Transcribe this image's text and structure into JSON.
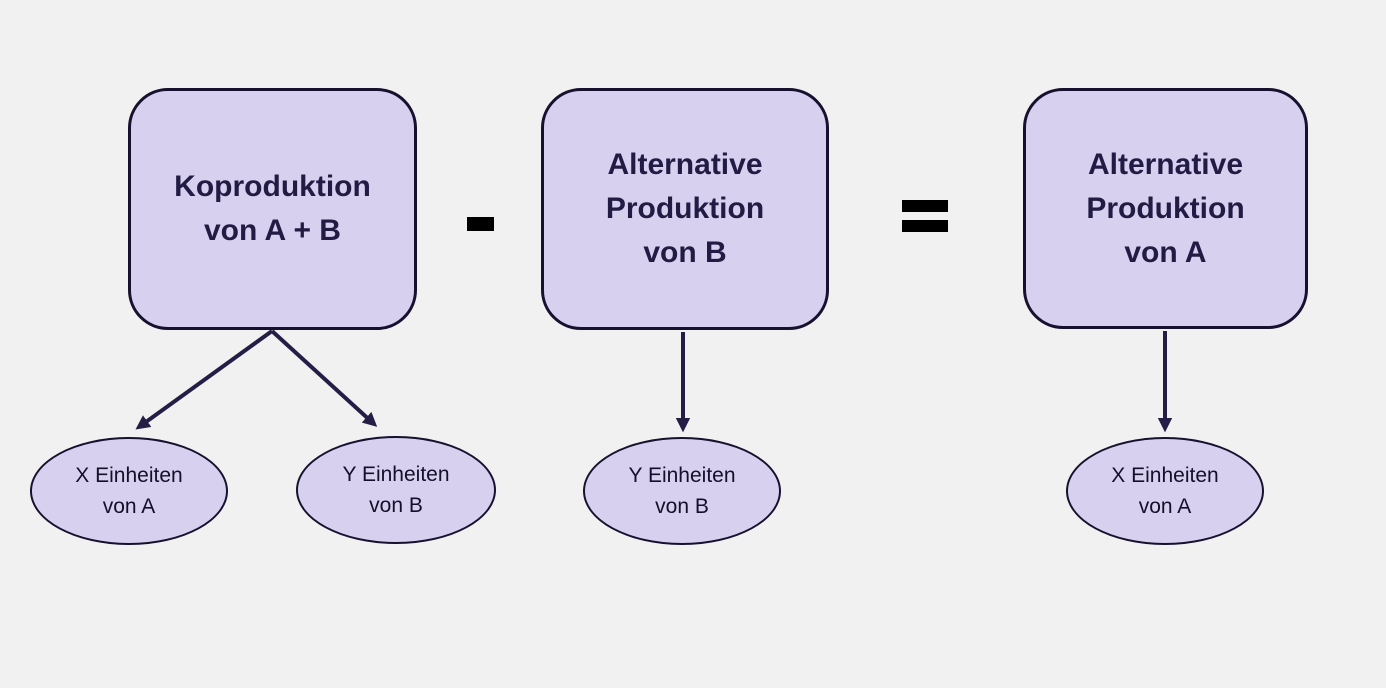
{
  "colors": {
    "background": "#f1f1f1",
    "node_fill": "#d7d0ee",
    "node_border": "#17112f",
    "box_text": "#221c44",
    "ellipse_text": "#13102a",
    "arrow": "#241e46",
    "operator": "#000000"
  },
  "boxes": [
    {
      "name": "koproduktion-von-a-b",
      "lines": [
        "Koproduktion",
        "von A + B"
      ]
    },
    {
      "name": "alternative-produktion-von-b",
      "lines": [
        "Alternative",
        "Produktion",
        "von B"
      ]
    },
    {
      "name": "alternative-produktion-von-a",
      "lines": [
        "Alternative",
        "Produktion",
        "von A"
      ]
    }
  ],
  "operators": [
    {
      "name": "minus",
      "symbol": "-"
    },
    {
      "name": "equals",
      "symbol": "="
    }
  ],
  "ellipses": [
    {
      "name": "x-einheiten-von-a-left",
      "lines": [
        "X Einheiten",
        "von A"
      ]
    },
    {
      "name": "y-einheiten-von-b-left",
      "lines": [
        "Y Einheiten",
        "von B"
      ]
    },
    {
      "name": "y-einheiten-von-b-mid",
      "lines": [
        "Y Einheiten",
        "von B"
      ]
    },
    {
      "name": "x-einheiten-von-a-right",
      "lines": [
        "X Einheiten",
        "von A"
      ]
    }
  ],
  "edges": [
    {
      "from": "koproduktion-von-a-b",
      "to": "x-einheiten-von-a-left"
    },
    {
      "from": "koproduktion-von-a-b",
      "to": "y-einheiten-von-b-left"
    },
    {
      "from": "alternative-produktion-von-b",
      "to": "y-einheiten-von-b-mid"
    },
    {
      "from": "alternative-produktion-von-a",
      "to": "x-einheiten-von-a-right"
    }
  ]
}
